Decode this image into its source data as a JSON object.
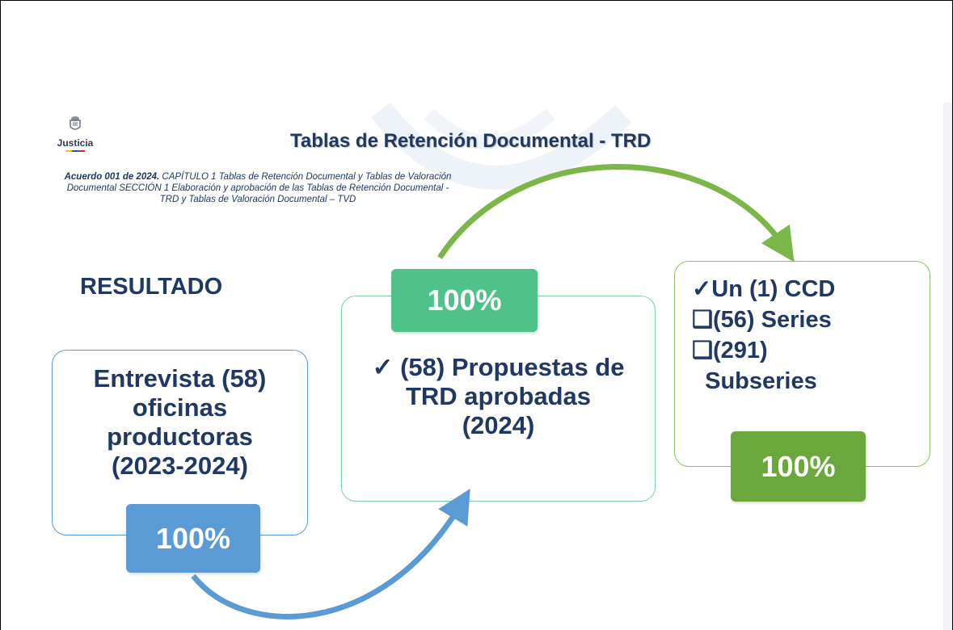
{
  "header": {
    "logo_text": "Justicia",
    "title": "Tablas de Retención Documental - TRD",
    "legal_bold": "Acuerdo 001 de 2024.",
    "legal_text": " CAPÍTULO 1 Tablas de Retención Documental y Tablas de Valoración Documental SECCIÓN 1 Elaboración y aprobación de las Tablas de Retención Documental - TRD y Tablas de Valoración Documental – TVD"
  },
  "section_label": "RESULTADO",
  "steps": [
    {
      "lines": [
        "Entrevista (58)",
        "oficinas",
        "productoras",
        "(2023-2024)"
      ],
      "badge": "100%",
      "color": "#5b9bd5"
    },
    {
      "lines": [
        "✓ (58) Propuestas de",
        "TRD aprobadas",
        "(2024)"
      ],
      "badge": "100%",
      "color": "#4fc28a"
    },
    {
      "lines": [
        "✓Un (1) CCD",
        "❑(56) Series",
        "❑(291)",
        "  Subseries"
      ],
      "badge": "100%",
      "color": "#6aa73d"
    }
  ],
  "colors": {
    "title": "#1f3864",
    "blue_arrow": "#5b9bd5",
    "green_arrow": "#7ab648"
  }
}
